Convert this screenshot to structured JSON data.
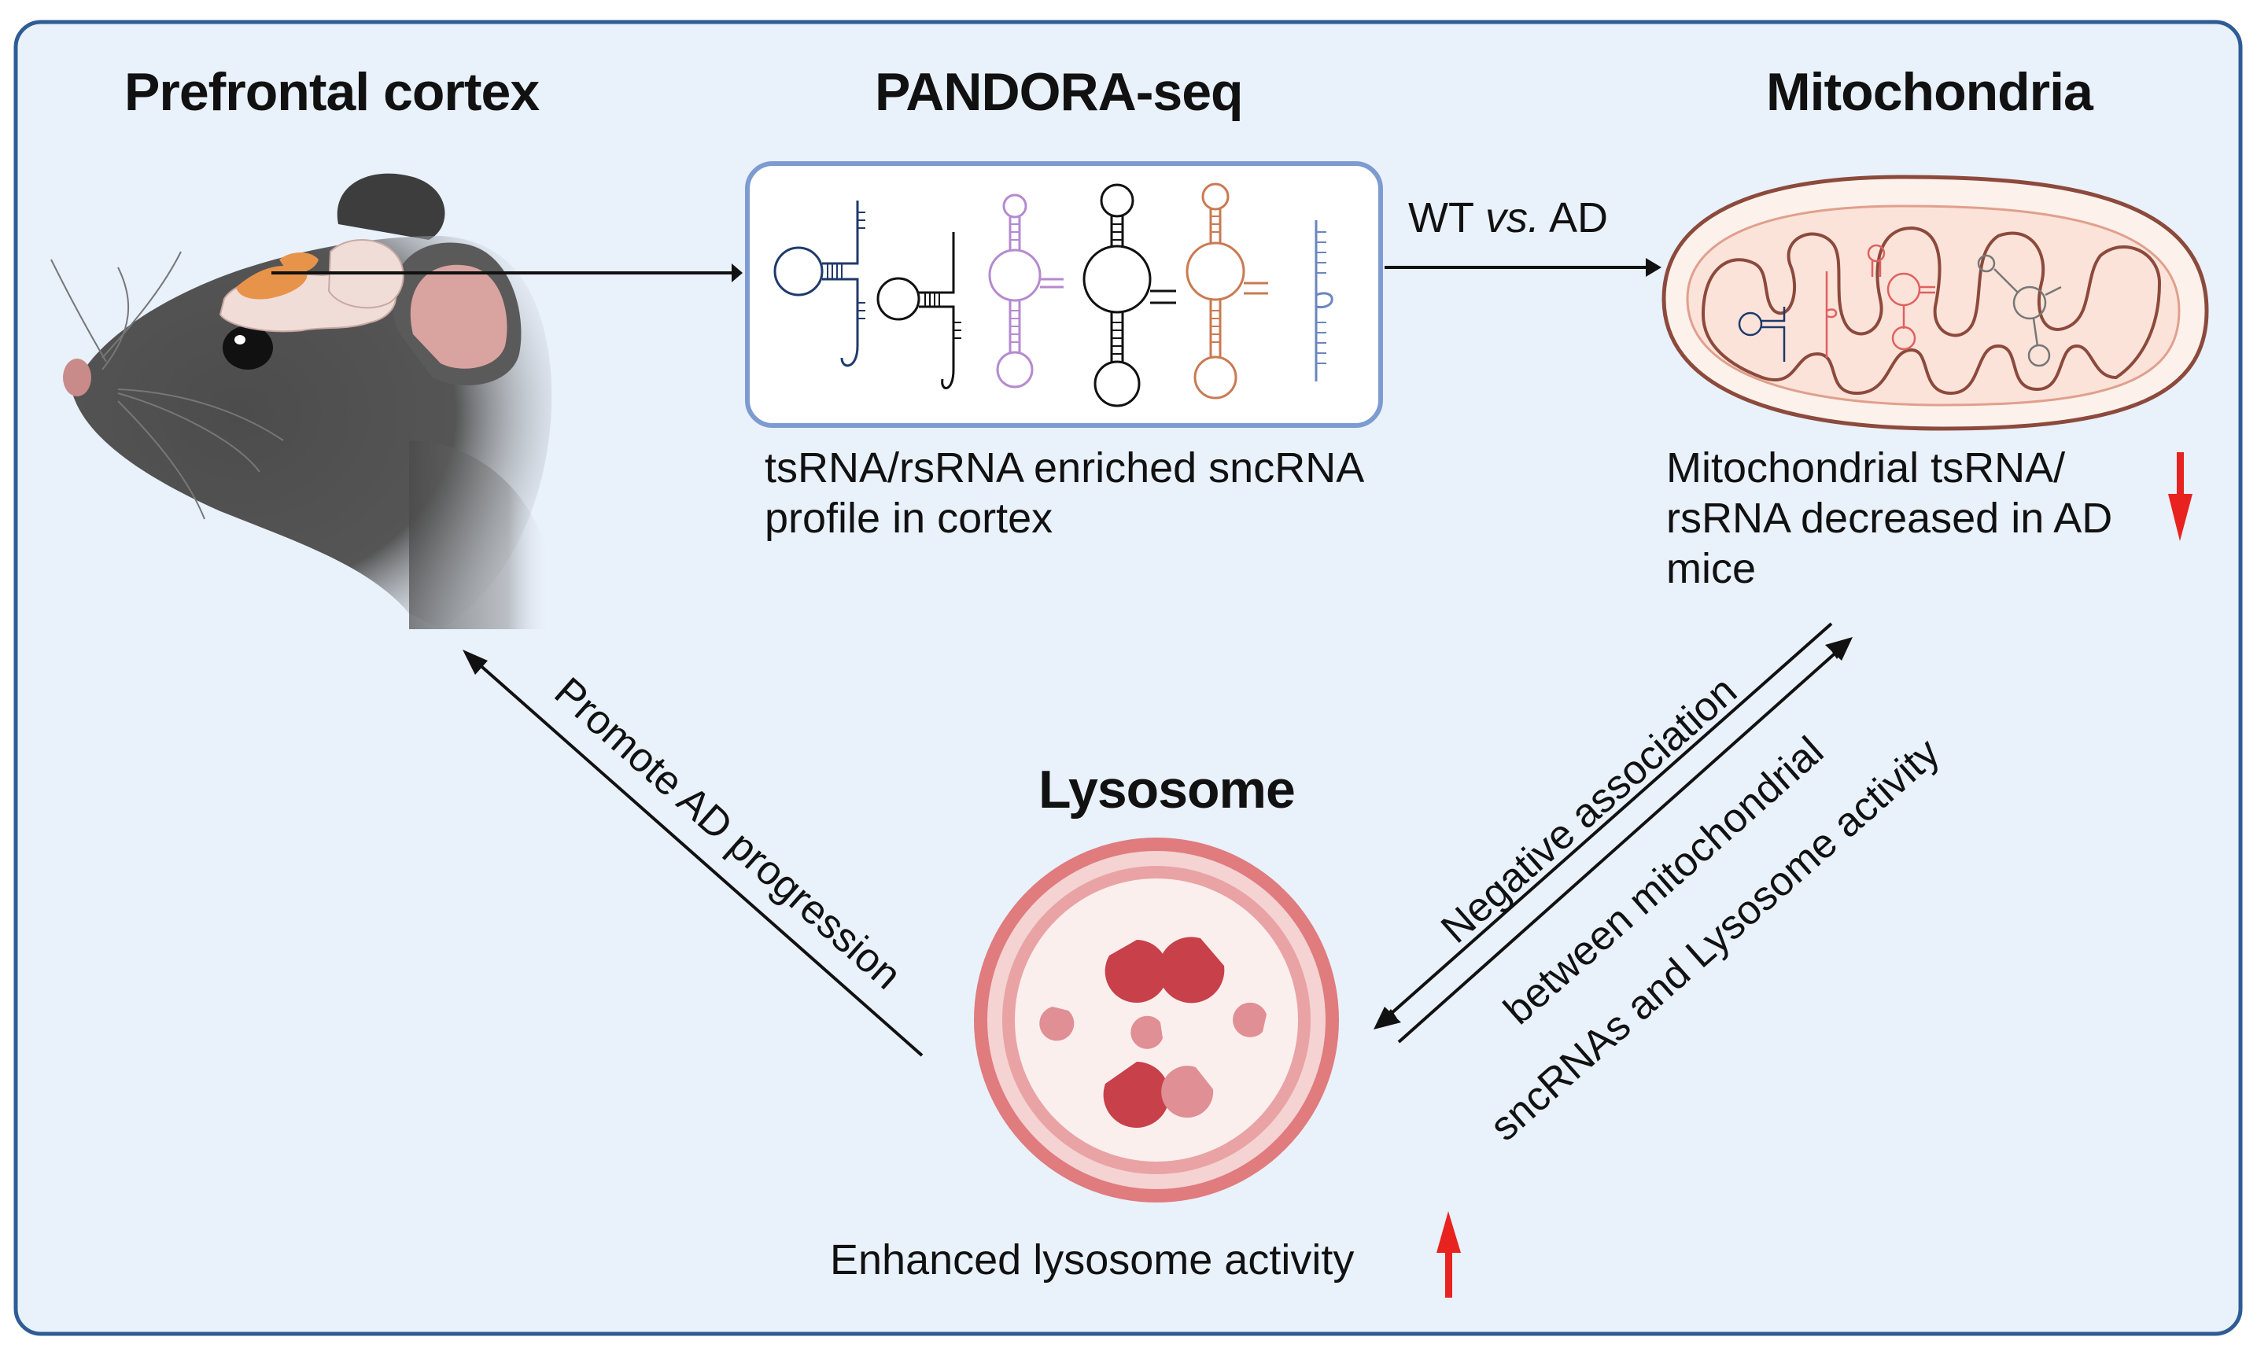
{
  "panels": {
    "cortex": {
      "title": "Prefrontal cortex"
    },
    "pandora": {
      "title": "PANDORA-seq",
      "caption_lines": [
        "tsRNA/rsRNA enriched sncRNA",
        "profile in cortex"
      ]
    },
    "comparison": {
      "prefix": "WT ",
      "italic": "vs.",
      "suffix": " AD"
    },
    "mitochondria": {
      "title": "Mitochondria",
      "caption_lines": [
        "Mitochondrial tsRNA/",
        "rsRNA decreased in AD",
        "mice"
      ],
      "trend": "down"
    },
    "lysosome": {
      "title": "Lysosome",
      "caption": "Enhanced lysosome  activity",
      "trend": "up"
    },
    "association": {
      "lines": [
        "Negative association",
        "between mitochondrial",
        "sncRNAs and Lysosome activity"
      ]
    },
    "progression": {
      "label": "Promote AD progression"
    }
  },
  "colors": {
    "background": "#e9f1fb",
    "frame": "#2e5c95",
    "arrow": "#111111",
    "trend_arrow": "#e8231f",
    "mouse_fur": "#4a4a4a",
    "brain_region": "#e8934a",
    "rna_navy": "#1f3a6b",
    "rna_purple": "#b58ad0",
    "rna_red": "#e06060",
    "rna_orange": "#c97a52",
    "rna_blue": "#6a86bf",
    "mito_outline": "#8c4a3c",
    "lysosome": "#d9555a",
    "enzyme": "#c8404a"
  },
  "icons": [
    "mouse-head-icon",
    "rna-hairpin-icon",
    "mitochondrion-icon",
    "lysosome-icon",
    "up-arrow-icon",
    "down-arrow-icon"
  ]
}
